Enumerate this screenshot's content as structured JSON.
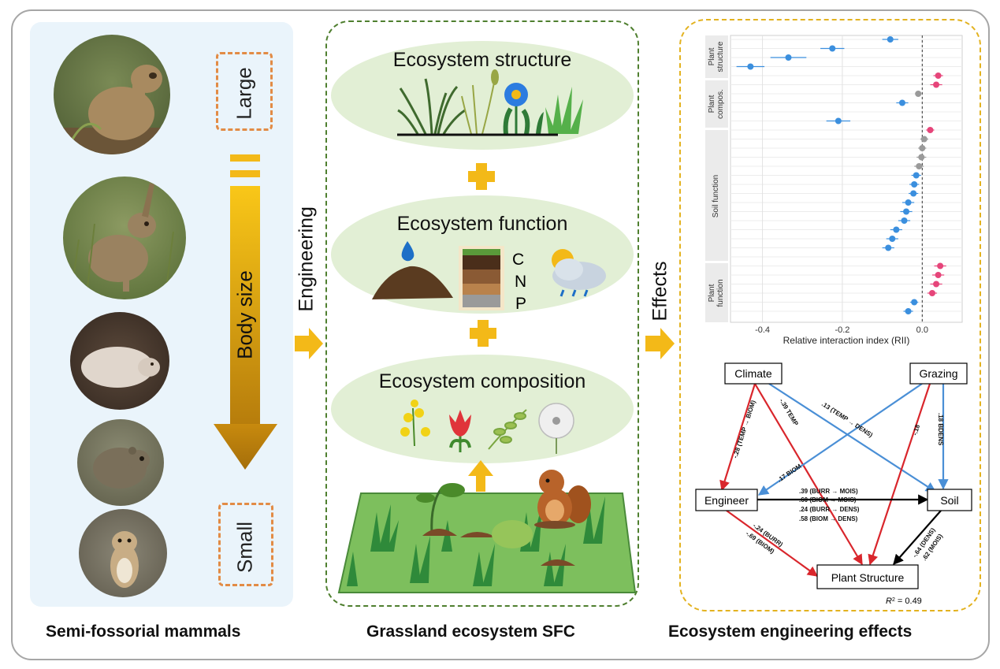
{
  "captions": {
    "left": "Semi-fossorial mammals",
    "middle": "Grassland ecosystem SFC",
    "right": "Ecosystem engineering effects"
  },
  "left_panel": {
    "size_large": "Large",
    "size_small": "Small",
    "axis_label": "Body size"
  },
  "arrows": {
    "engineering": "Engineering",
    "effects": "Effects"
  },
  "middle_panel": {
    "structure_title": "Ecosystem structure",
    "function_title": "Ecosystem function",
    "composition_title": "Ecosystem composition",
    "nutrients": [
      "C",
      "N",
      "P"
    ]
  },
  "forest_plot": {
    "type": "scatter",
    "xlabel": "Relative interaction index (RII)",
    "xticks": [
      -0.4,
      -0.2,
      0.0
    ],
    "xlim": [
      -0.48,
      0.1
    ],
    "groups": [
      {
        "label": "Plant\nstructure"
      },
      {
        "label": "Plant\ncompos."
      },
      {
        "label": "Soil function"
      },
      {
        "label": "Plant\nfunction"
      }
    ],
    "colors": {
      "negative": "#3b8fde",
      "positive": "#e6457a",
      "neutral": "#9a9a9a"
    }
  },
  "chart_data": {
    "type": "scatter",
    "xlabel": "Relative interaction index (RII)",
    "xlim": [
      -0.48,
      0.1
    ],
    "points": [
      {
        "row": 1,
        "x": -0.08,
        "err": 0.02,
        "sign": "negative"
      },
      {
        "row": 2,
        "x": -0.225,
        "err": 0.03,
        "sign": "negative"
      },
      {
        "row": 3,
        "x": -0.335,
        "err": 0.045,
        "sign": "negative"
      },
      {
        "row": 4,
        "x": -0.43,
        "err": 0.035,
        "sign": "negative"
      },
      {
        "row": 5,
        "x": 0.04,
        "err": 0.012,
        "sign": "positive"
      },
      {
        "row": 6,
        "x": 0.035,
        "err": 0.015,
        "sign": "positive"
      },
      {
        "row": 7,
        "x": -0.01,
        "err": 0.008,
        "sign": "neutral"
      },
      {
        "row": 8,
        "x": -0.05,
        "err": 0.015,
        "sign": "negative"
      },
      {
        "row": 10,
        "x": -0.21,
        "err": 0.03,
        "sign": "negative"
      },
      {
        "row": 11,
        "x": 0.02,
        "err": 0.01,
        "sign": "positive"
      },
      {
        "row": 12,
        "x": 0.005,
        "err": 0.01,
        "sign": "neutral"
      },
      {
        "row": 13,
        "x": 0.0,
        "err": 0.01,
        "sign": "neutral"
      },
      {
        "row": 14,
        "x": -0.002,
        "err": 0.012,
        "sign": "neutral"
      },
      {
        "row": 15,
        "x": -0.008,
        "err": 0.012,
        "sign": "neutral"
      },
      {
        "row": 16,
        "x": -0.015,
        "err": 0.012,
        "sign": "negative"
      },
      {
        "row": 17,
        "x": -0.02,
        "err": 0.012,
        "sign": "negative"
      },
      {
        "row": 18,
        "x": -0.022,
        "err": 0.012,
        "sign": "negative"
      },
      {
        "row": 19,
        "x": -0.035,
        "err": 0.015,
        "sign": "negative"
      },
      {
        "row": 20,
        "x": -0.04,
        "err": 0.015,
        "sign": "negative"
      },
      {
        "row": 21,
        "x": -0.045,
        "err": 0.015,
        "sign": "negative"
      },
      {
        "row": 22,
        "x": -0.065,
        "err": 0.015,
        "sign": "negative"
      },
      {
        "row": 23,
        "x": -0.075,
        "err": 0.015,
        "sign": "negative"
      },
      {
        "row": 24,
        "x": -0.085,
        "err": 0.015,
        "sign": "negative"
      },
      {
        "row": 26,
        "x": 0.045,
        "err": 0.015,
        "sign": "positive"
      },
      {
        "row": 27,
        "x": 0.04,
        "err": 0.015,
        "sign": "positive"
      },
      {
        "row": 28,
        "x": 0.035,
        "err": 0.015,
        "sign": "positive"
      },
      {
        "row": 29,
        "x": 0.025,
        "err": 0.012,
        "sign": "positive"
      },
      {
        "row": 30,
        "x": -0.02,
        "err": 0.01,
        "sign": "negative"
      },
      {
        "row": 31,
        "x": -0.035,
        "err": 0.012,
        "sign": "negative"
      }
    ]
  },
  "sem": {
    "nodes": {
      "climate": "Climate",
      "grazing": "Grazing",
      "engineer": "Engineer",
      "soil": "Soil",
      "plant": "Plant Structure"
    },
    "labels": {
      "climate_engineer": "-.28 (TEMP → BIOM)",
      "climate_plant": "-.39 TEMP",
      "climate_soil": ".13 (TEMP → DENS)",
      "grazing_engineer": ".17 BIOM",
      "grazing_plant": "-.18",
      "grazing_soil": ".18 BDENS",
      "engineer_soil": [
        ".39 (BURR → MOIS)",
        ".60 (BIOM → MOIS)",
        ".24 (BURR → DENS)",
        ".58 (BIOM → DENS)"
      ],
      "engineer_plant": [
        "-.24 (BURR)",
        "-.69 (BIOM)"
      ],
      "soil_plant": [
        "-.64 (DENS)",
        ".62 (MOIS)"
      ]
    },
    "r2_prefix": "R",
    "r2_sup": "2",
    "r2_value": " = 0.49",
    "colors": {
      "positive": "#4a8fd6",
      "negative": "#d9262c",
      "neutral": "#000000"
    }
  }
}
